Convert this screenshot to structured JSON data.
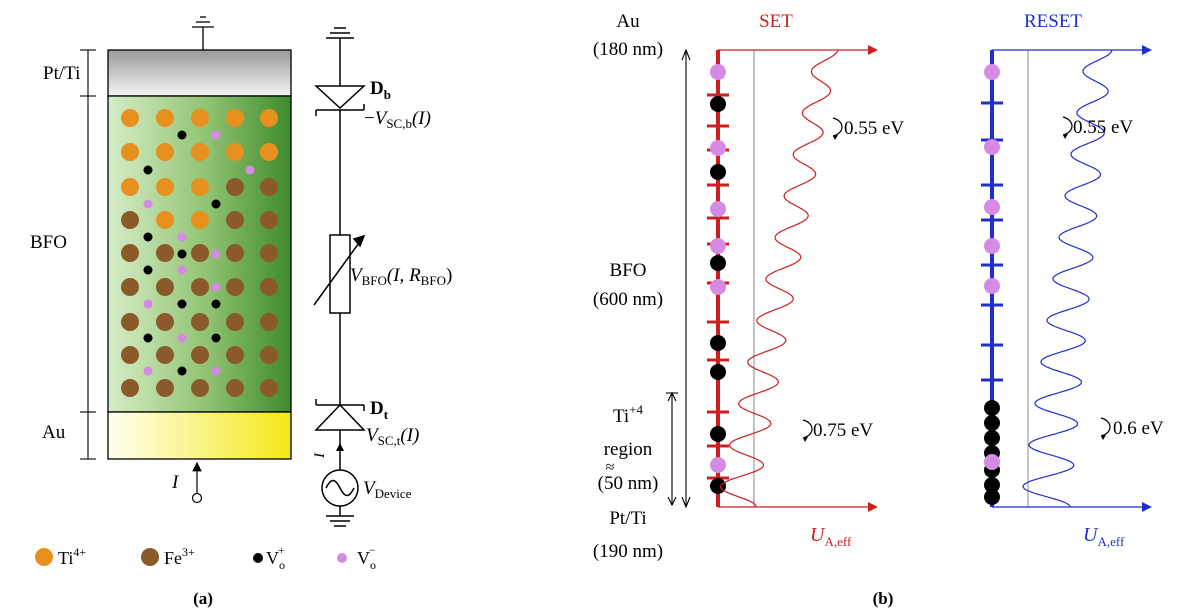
{
  "panel_a": {
    "label": "(a)",
    "layers": {
      "top": "Pt/Ti",
      "middle": "BFO",
      "bottom": "Au"
    },
    "current_label": "I",
    "circuit": {
      "diode_bottom_name": "D",
      "diode_bottom_sub": "b",
      "diode_bottom_voltage": {
        "prefix": "−",
        "v": "V",
        "sub": "SC,b",
        "arg": "(I)"
      },
      "resistor_voltage": {
        "v": "V",
        "sub": "BFO",
        "arg_open": "(I, ",
        "r": "R",
        "r_sub": "BFO",
        "arg_close": ")"
      },
      "diode_top_name": "D",
      "diode_top_sub": "t",
      "diode_top_voltage": {
        "v": "V",
        "sub": "SC,t",
        "arg": "(I)"
      },
      "source_label": {
        "v": "V",
        "sub": "Device"
      },
      "side_current": "I"
    },
    "legend": [
      {
        "name": "Ti",
        "sup": "4+",
        "color": "#e8901e"
      },
      {
        "name": "Fe",
        "sup": "3+",
        "color": "#8b5a2b"
      },
      {
        "name": "V",
        "sub": "o",
        "sup": "+",
        "color": "#000000"
      },
      {
        "name": "V",
        "sub": "o",
        "sup": "−",
        "color": "#d58ae3"
      }
    ]
  },
  "panel_b": {
    "label": "(b)",
    "left_labels": {
      "au": "Au",
      "au_thick": "(180 nm)",
      "bfo": "BFO",
      "bfo_thick": "(600 nm)",
      "ti_line1": "Ti",
      "ti_sup": "+4",
      "ti_line2": "region",
      "ti_approx": "≈",
      "ti_thick": "(50 nm)",
      "pt": "Pt/Ti",
      "pt_thick": "(190 nm)"
    },
    "set": {
      "title": "SET",
      "color": "#cc1f1f",
      "barrier_top": "0.55 eV",
      "barrier_bottom": "0.75 eV",
      "axis_label": "U",
      "axis_sub": "A,eff"
    },
    "reset": {
      "title": "RESET",
      "color": "#1f2fcc",
      "barrier_top": "0.55 eV",
      "barrier_bottom": "0.6 eV",
      "axis_label": "U",
      "axis_sub": "A,eff"
    }
  }
}
